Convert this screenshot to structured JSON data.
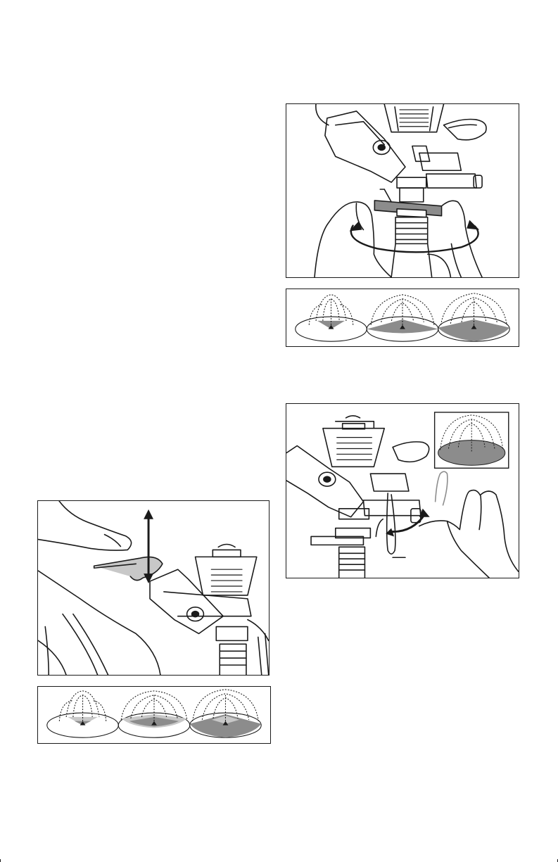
{
  "document": {
    "illustrations": [
      {
        "id": "rotate-nozzle-adjust",
        "icon": "sprinkler-collar-rotate-illustration"
      },
      {
        "id": "spray-pattern-row-top",
        "icon": "spray-pattern-diagrams",
        "patterns": 3
      },
      {
        "id": "trip-pin-adjust",
        "icon": "sprinkler-trip-pin-illustration"
      },
      {
        "id": "deflector-adjust",
        "icon": "sprinkler-deflector-lift-illustration"
      },
      {
        "id": "spray-pattern-row-bottom",
        "icon": "spray-pattern-diagrams",
        "patterns": 3
      }
    ],
    "colors": {
      "line": "#1a1a1a",
      "shade": "#8c8c8c",
      "light-shade": "#c8c8c8"
    }
  }
}
